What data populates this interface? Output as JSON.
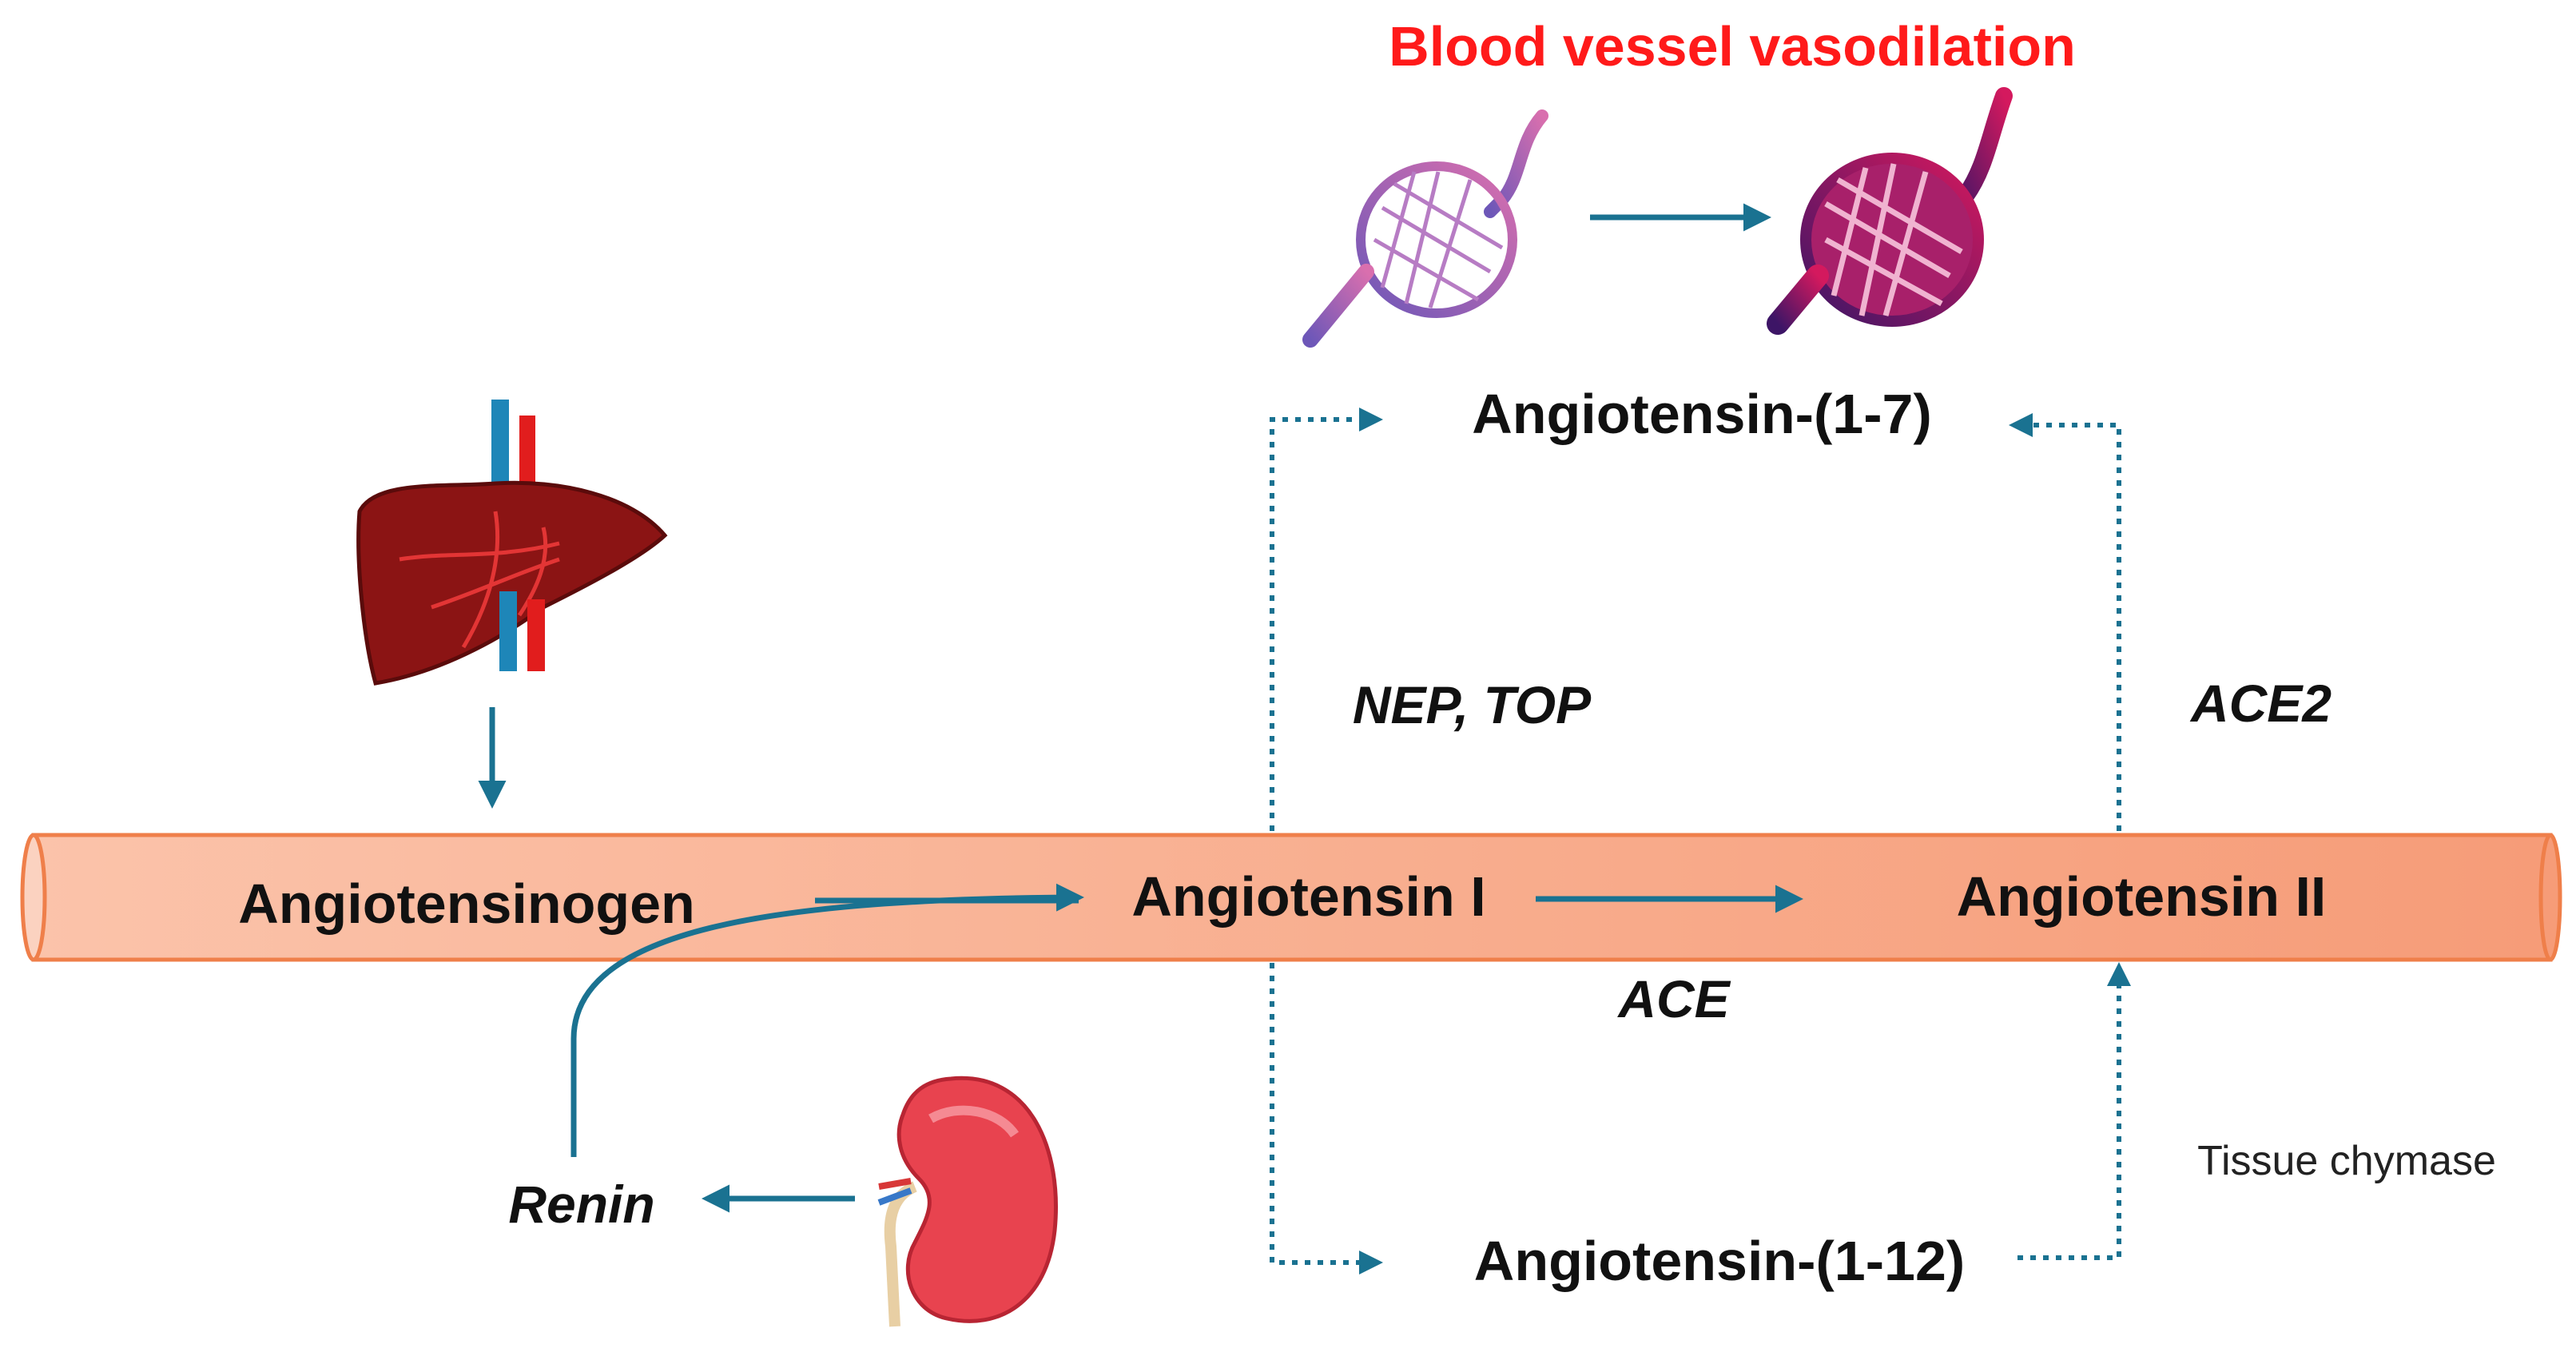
{
  "title": "Blood vessel vasodilation",
  "colors": {
    "title": "#ff1a1a",
    "arrow": "#1a7291",
    "vessel_fill": "#f9b294",
    "vessel_stroke": "#ef7f4a"
  },
  "labels": {
    "angiotensinogen": "Angiotensinogen",
    "angiotensin_i": "Angiotensin I",
    "angiotensin_ii": "Angiotensin II",
    "angiotensin_1_7": "Angiotensin-(1-7)",
    "angiotensin_1_12": "Angiotensin-(1-12)",
    "renin": "Renin",
    "ace": "ACE",
    "ace2": "ACE2",
    "nep_top": "NEP, TOP",
    "tissue_chymase": "Tissue chymase"
  },
  "icons": [
    "liver-icon",
    "kidney-icon",
    "vessel-constricted-icon",
    "vessel-dilated-icon"
  ]
}
